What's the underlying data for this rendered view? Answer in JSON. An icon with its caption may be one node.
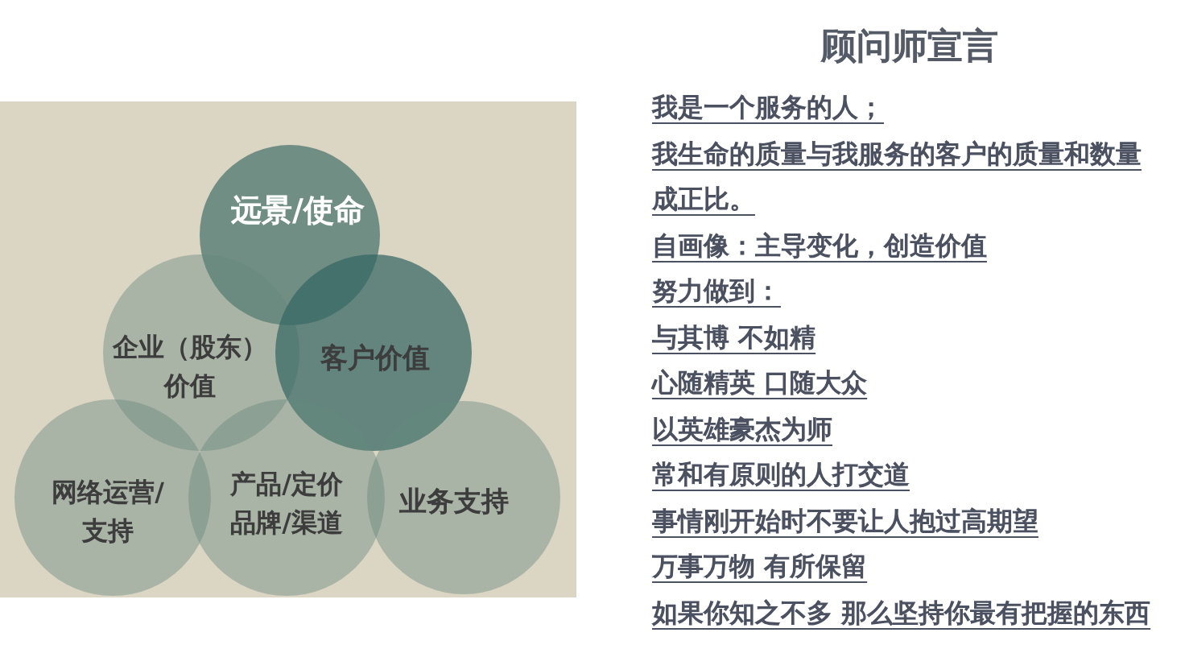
{
  "diagram": {
    "title": "顾问师宣言",
    "nodes": [
      {
        "text": [
          "远景/使命"
        ]
      },
      {
        "text": [
          "企业（股东）价值"
        ]
      },
      {
        "text": [
          "客户价值"
        ]
      },
      {
        "text": [
          "网络运营/支持"
        ]
      },
      {
        "text": [
          "产品/定价品牌/渠道"
        ]
      },
      {
        "text": [
          "业务支持"
        ]
      }
    ],
    "labels": [
      "我是一个服务的人；",
      "我生命的质量与我服务的客户的质量和数量成正比。",
      "自画像：主导变化，创造价值",
      "努力做到：",
      "与其博 不如精",
      "心随精英 口随大众",
      "以英雄豪杰为师",
      "常和有原则的人打交道",
      "事情刚开始时不要让人抱过高期望",
      "万事万物 有所保留",
      "如果你知之不多 那么坚持你最有把握的东西"
    ]
  }
}
